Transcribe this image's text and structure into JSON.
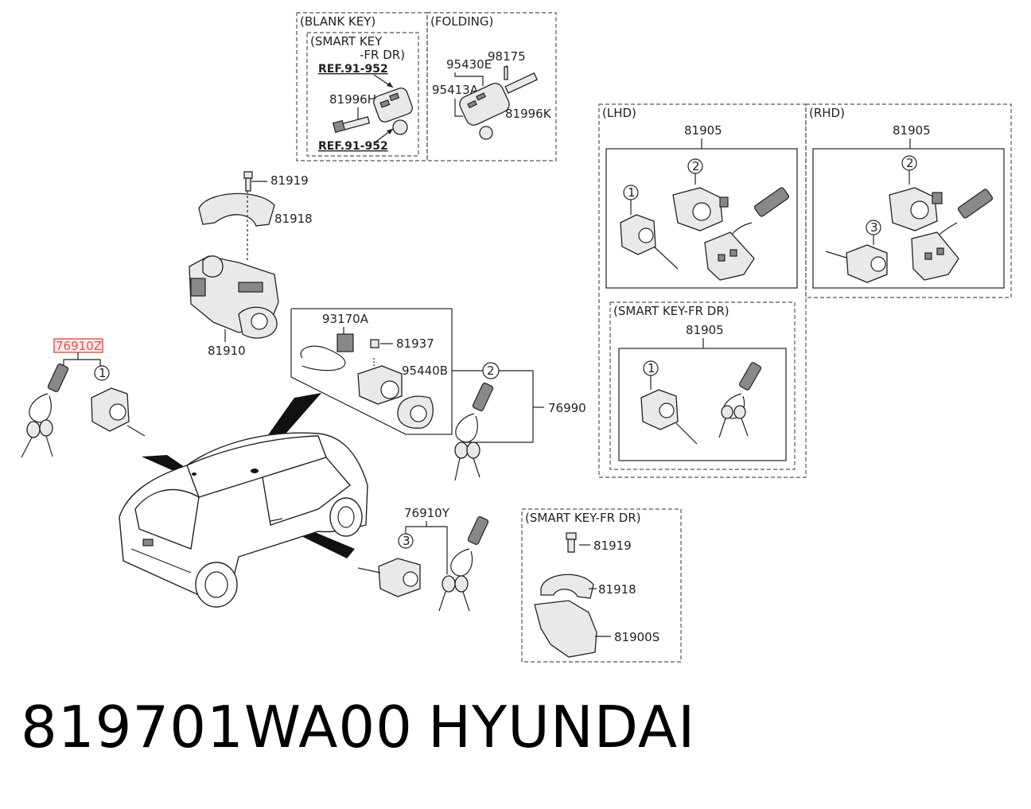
{
  "caption": {
    "part_number": "819701WA00",
    "brand": "HYUNDAI"
  },
  "frames": {
    "blank_key": "(BLANK KEY)",
    "folding": "(FOLDING)",
    "smart_key": "(SMART KEY",
    "smart_key_sub": "-FR DR)",
    "lhd": "(LHD)",
    "rhd": "(RHD)",
    "smart_key_fr_dr_right": "(SMART KEY-FR DR)",
    "smart_key_fr_dr_bottom": "(SMART KEY-FR DR)"
  },
  "refs": {
    "ref_top": "REF.91-952",
    "ref_bottom": "REF.91-952"
  },
  "labels": {
    "p81996H": "81996H",
    "p95430E": "95430E",
    "p98175": "98175",
    "p95413A": "95413A",
    "p81996K": "81996K",
    "p81919_top": "81919",
    "p81918_top": "81918",
    "p81910": "81910",
    "p76910Z": "76910Z",
    "p93170A": "93170A",
    "p81937": "81937",
    "p95440B": "95440B",
    "p76990": "76990",
    "p76910Y": "76910Y",
    "p81919_bottom": "81919",
    "p81918_bottom": "81918",
    "p81900S": "81900S",
    "p81905_lhd": "81905",
    "p81905_rhd": "81905",
    "p81905_smart": "81905"
  },
  "callouts": {
    "c1_left": "1",
    "c2_mid": "2",
    "c3_bottom": "3",
    "lhd_c1": "1",
    "lhd_c2": "2",
    "rhd_c2": "2",
    "rhd_c3": "3",
    "smart_c1": "1"
  },
  "highlight_color": "#d9534f"
}
